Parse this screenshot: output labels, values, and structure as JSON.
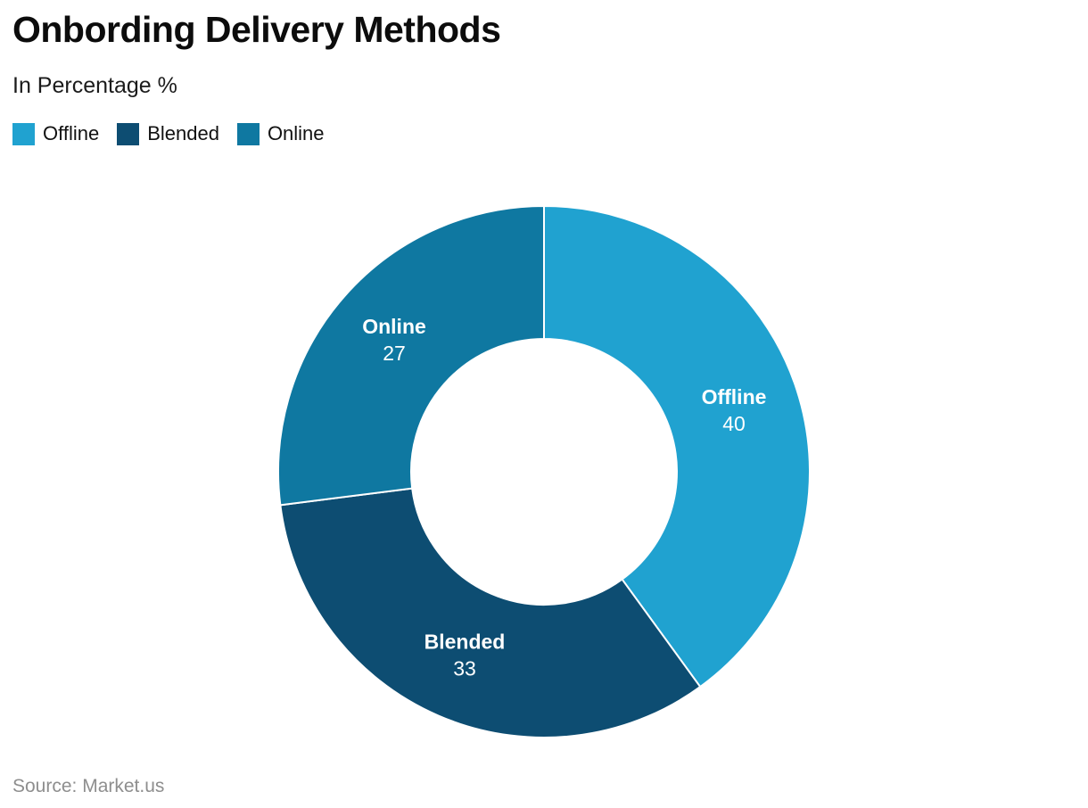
{
  "header": {
    "title": "Onbording Delivery Methods",
    "subtitle": "In Percentage %"
  },
  "footer": {
    "source": "Source: Market.us"
  },
  "chart_data": {
    "type": "pie",
    "subtype": "donut",
    "title": "Onbording Delivery Methods",
    "subtitle": "In Percentage %",
    "unit": "%",
    "categories": [
      "Offline",
      "Blended",
      "Online"
    ],
    "values": [
      40,
      33,
      27
    ],
    "colors": [
      "#20a2d0",
      "#0d4d72",
      "#0f78a1"
    ],
    "start_angle_deg": 0,
    "direction": "clockwise",
    "legend_position": "top-left",
    "labels_inside_slices": true,
    "source": "Source: Market.us"
  }
}
